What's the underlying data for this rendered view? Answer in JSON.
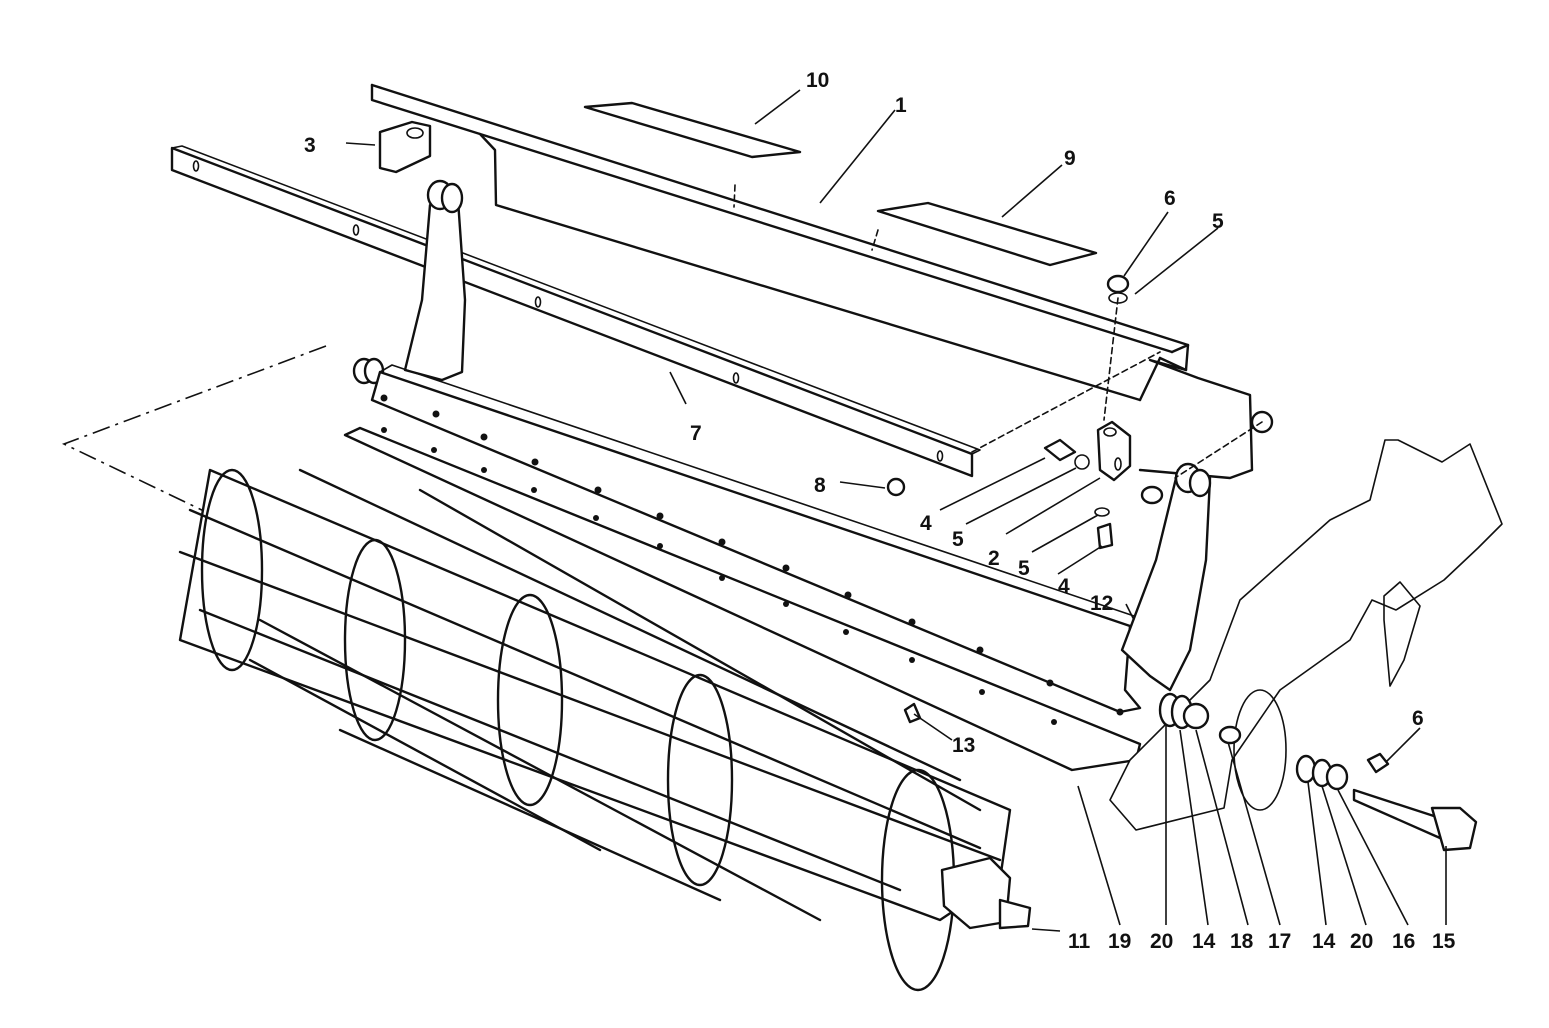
{
  "diagram": {
    "callouts": [
      "1",
      "2",
      "3",
      "4",
      "4",
      "5",
      "5",
      "5",
      "6",
      "6",
      "7",
      "8",
      "9",
      "10",
      "11",
      "12",
      "13",
      "14",
      "14",
      "15",
      "16",
      "17",
      "18",
      "19",
      "20",
      "20"
    ]
  }
}
